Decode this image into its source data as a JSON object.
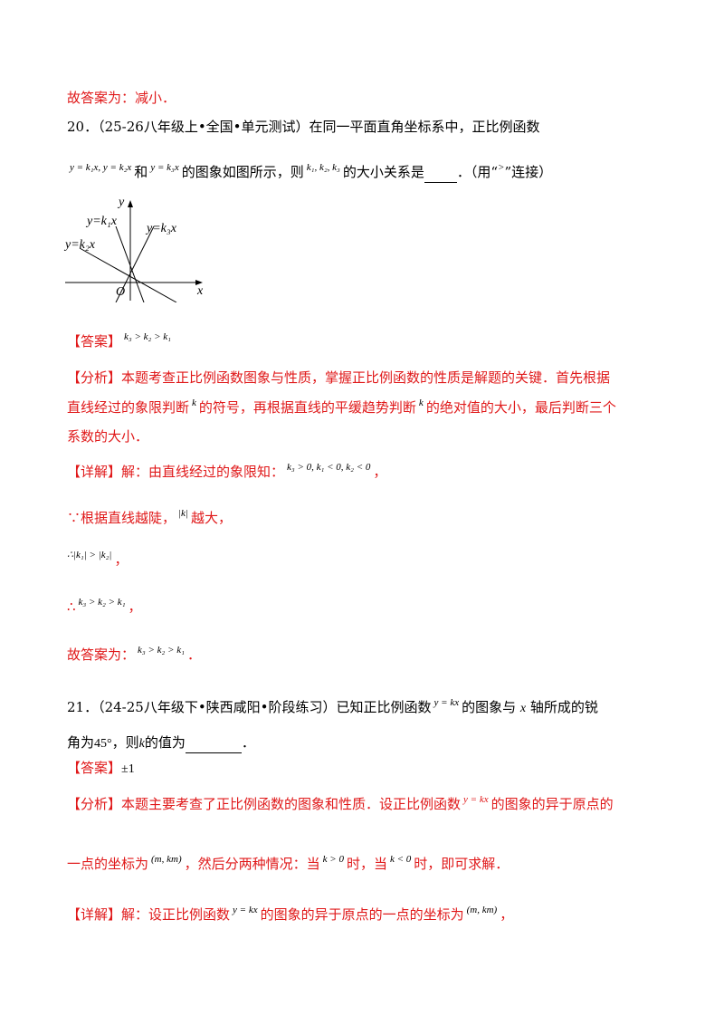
{
  "lines": {
    "prev_answer": "故答案为：减小．",
    "q20_head": "20．（25-26八年级上•全国•单元测试）在同一平面直角坐标系中，正比例函数",
    "q20_eq1": "y = k₁x, y = k₂x",
    "q20_and": "和",
    "q20_eq2": "y = k₃x",
    "q20_mid": "的图象如图所示，则",
    "q20_ks": "k₁, k₂, k₃",
    "q20_tail_a": "的大小关系是",
    "q20_tail_b": "．（用“",
    "q20_gt": ">",
    "q20_tail_c": "”连接）",
    "ans_tag": "【答案】",
    "q20_ans": "k₃ > k₂ > k₁",
    "ana_tag": "【分析】",
    "q20_ana1": "本题考查正比例函数图象与性质，掌握正比例函数的性质是解题的关键．首先根据",
    "q20_ana2a": "直线经过的象限判断",
    "k": "k",
    "q20_ana2b": "的符号，再根据直线的平缓趋势判断",
    "q20_ana2c": "的绝对值的大小，最后判断三个",
    "q20_ana3": "系数的大小．",
    "det_tag": "【详解】",
    "q20_det1": "解：由直线经过的象限知：",
    "q20_det1m": "k₃ > 0, k₁ < 0, k₂ < 0",
    "comma": "，",
    "because": "∵根据直线越陡，",
    "absk": "|k|",
    "bigger": "越大，",
    "q20_det3": "∴|k₁| > |k₂|",
    "therefore": "∴",
    "q20_det4": "k₃ > k₂ > k₁",
    "final_lead": "故答案为：",
    "final_m": "k₃ > k₂ > k₁",
    "period": "．",
    "q21_head": "21．（24-25八年级下•陕西咸阳•阶段练习）已知正比例函数",
    "q21_eq": "y = kx",
    "q21_tail_a": "的图象与",
    "x": "x",
    "q21_tail_b": "轴所成的锐",
    "q21_l2a": "角为",
    "deg": "45°",
    "q21_l2b": "，则",
    "q21_l2c": "的值为",
    "q21_ans": "±1",
    "q21_ana1": "本题主要考查了正比例函数的图象和性质．设正比例函数",
    "q21_ana1b": "的图象的异于原点的",
    "q21_ana2a": "一点的坐标为",
    "pt": "(m, km)",
    "q21_ana2b": "，然后分两种情况：当",
    "kpos": "k > 0",
    "q21_ana2c": "时，当",
    "kneg": "k < 0",
    "q21_ana2d": "时，即可求解．",
    "q21_det1": "解：设正比例函数",
    "q21_det1b": "的图象的异于原点的一点的坐标为"
  },
  "figure": {
    "y_axis": "y",
    "x_axis": "x",
    "origin": "O",
    "line1": "y=k₁x",
    "line2": "y=k₂x",
    "line3": "y=k₃x"
  }
}
